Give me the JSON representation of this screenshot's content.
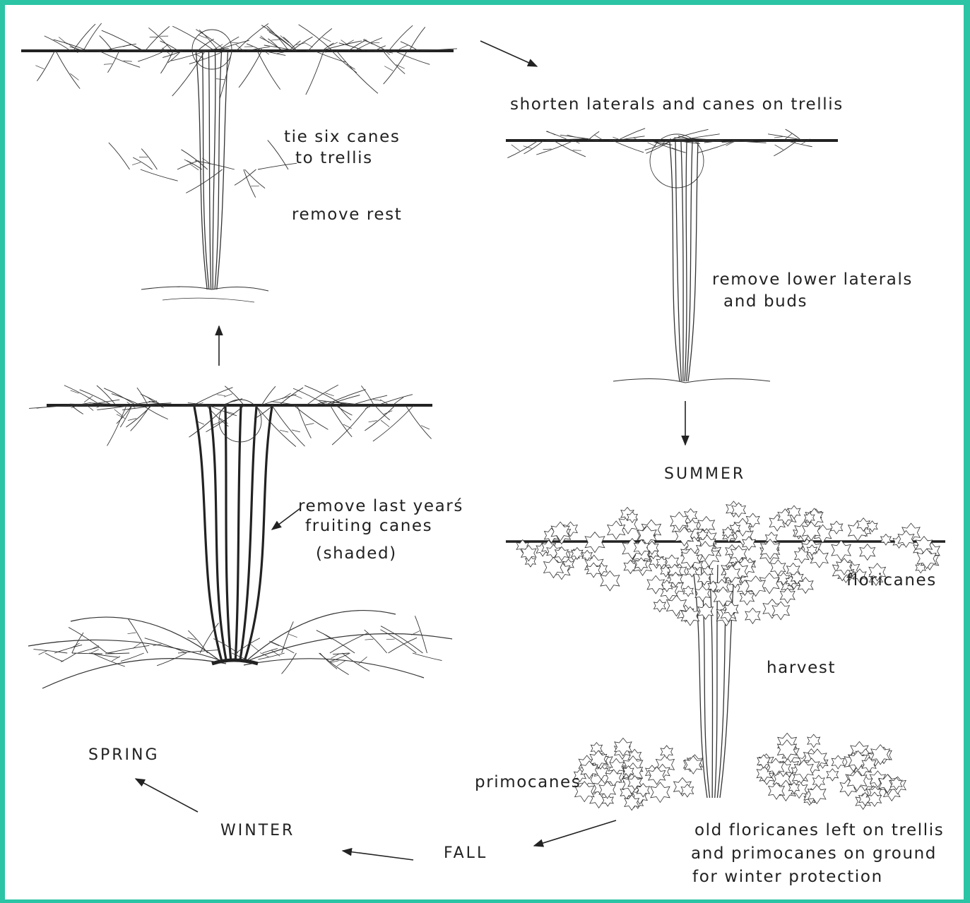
{
  "colors": {
    "border": "#2bc4a4",
    "ink": "#222222",
    "shaded_cane": "#2a2a2a",
    "paper": "#ffffff"
  },
  "labels": {
    "tie_canes_1": "tie  six canes",
    "tie_canes_2": "to trellis",
    "remove_rest": "remove  rest",
    "shorten": "shorten laterals and canes on trellis",
    "remove_lower_1": "remove lower laterals",
    "remove_lower_2": "and buds",
    "remove_last_1": "remove  last yearś",
    "remove_last_2": "fruiting canes",
    "shaded": "(shaded)",
    "summer": "SUMMER",
    "floricanes": "floricanes",
    "harvest": "harvest",
    "primocanes": "primocanes",
    "spring": "SPRING",
    "winter": "WINTER",
    "fall": "FALL",
    "old_flori_1": "old floricanes left on trellis",
    "old_flori_2": "and primocanes on ground",
    "old_flori_3": "for winter protection"
  }
}
